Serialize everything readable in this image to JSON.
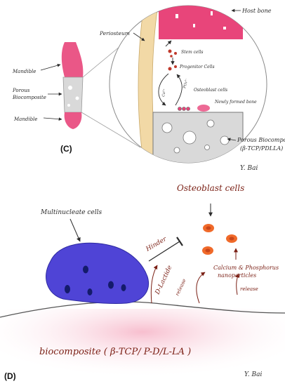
{
  "panel_c": {
    "label": "(C)",
    "labels": {
      "host_bone": "Host bone",
      "periosteum": "Periosteum",
      "stem_cells": "Stem cells",
      "progenitor_cells": "Progenitor Cells",
      "osteoblast_cells": "Osteoblast cells",
      "newly_formed_bone": "Newly formed bone",
      "porous_biocomposite_line1": "Porous Biocomposite",
      "porous_biocomposite_line2": "(β-TCP/PDLLA)",
      "mandible_top": "Mandible",
      "porous_biocomposite_left_line1": "Porous",
      "porous_biocomposite_left_line2": "Biocomposite",
      "mandible_bottom": "Mandible",
      "ca_ion": "Ca²⁺",
      "po_ion": "PO₄³⁻"
    },
    "signature": "Y. Bai"
  },
  "panel_d": {
    "label": "(D)",
    "labels": {
      "multinucleate_cells": "Multinucleate cells",
      "osteoblast_cells": "Osteoblast cells",
      "hinder": "Hinder",
      "d_lactide": "D-Lactide",
      "release_left": "release",
      "calcium_phosphorus_line1": "Calcium & Phosphorus",
      "calcium_phosphorus_line2": "nanoparticles",
      "release_right": "release",
      "biocomposite": "biocomposite ( β-TCP/ P-D/L-LA )"
    },
    "signature": "Y. Bai"
  },
  "colors": {
    "bone_pink": "#e8457a",
    "periosteum_yellow": "#f2d9a6",
    "scaffold_grey": "#d9d9d9",
    "multinucleate_blue": "#4f44d6",
    "nucleus_navy": "#141b6b",
    "osteoblast_orange": "#f06a2a",
    "arrow_red": "#7a1f14"
  }
}
